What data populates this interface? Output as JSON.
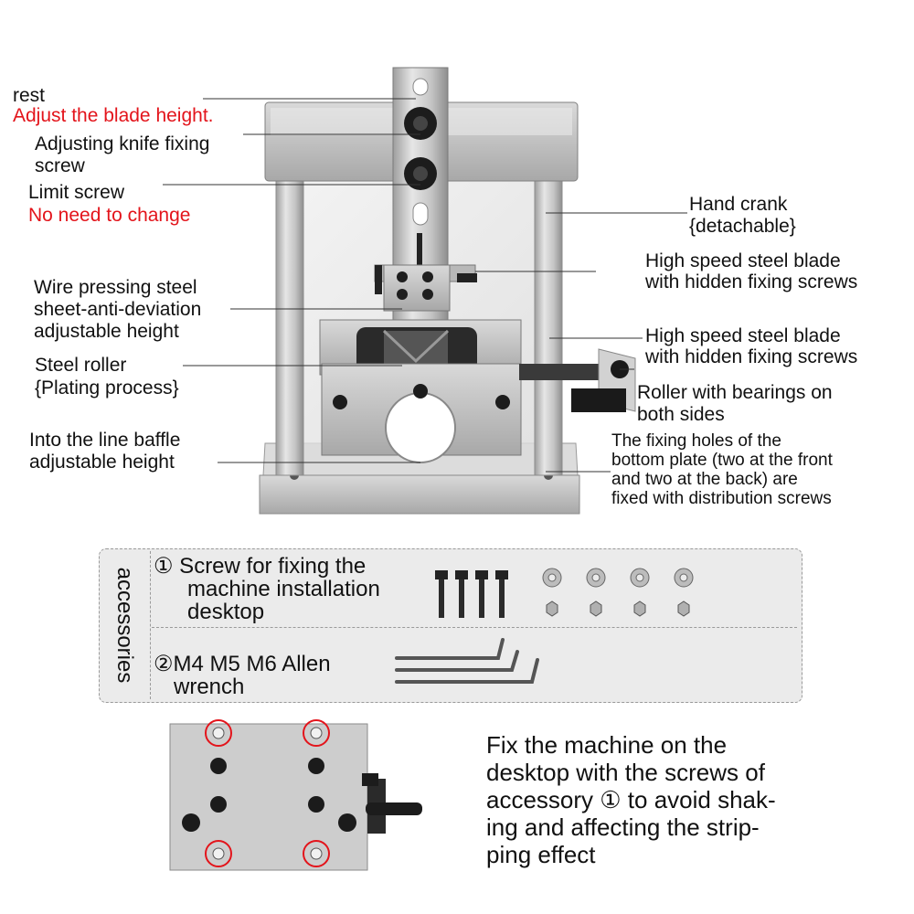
{
  "labels_left": {
    "rest": "rest",
    "adjust_blade": "Adjust the blade height.",
    "adjust_knife_1": "Adjusting knife fixing",
    "adjust_knife_2": "screw",
    "limit_screw": "Limit screw",
    "no_change": "No need to change",
    "wire_press_1": "Wire pressing steel",
    "wire_press_2": "sheet-anti-deviation",
    "wire_press_3": "adjustable height",
    "steel_roller_1": "Steel roller",
    "steel_roller_2": "{Plating process}",
    "baffle_1": "Into the line baffle",
    "baffle_2": "adjustable height"
  },
  "labels_right": {
    "crank_1": "Hand crank",
    "crank_2": "{detachable}",
    "blade_a_1": "High speed steel blade",
    "blade_a_2": "with hidden fixing screws",
    "blade_b_1": "High speed steel blade",
    "blade_b_2": "with hidden fixing screws",
    "roller_bear_1": "Roller with bearings on",
    "roller_bear_2": "both sides",
    "holes_1": "The fixing holes of the",
    "holes_2": "bottom plate (two at the front",
    "holes_3": "and two at the back) are",
    "holes_4": "fixed with distribution screws"
  },
  "accessories": {
    "title": "accessories",
    "item1_line1": "① Screw for fixing the",
    "item1_line2": "machine installation",
    "item1_line3": "desktop",
    "item2_line1": "②M4 M5 M6 Allen",
    "item2_line2": "wrench"
  },
  "instructions": {
    "line1": "Fix the machine on the",
    "line2": "desktop with the screws of",
    "line3": "accessory ① to avoid shak-",
    "line4": "ing and affecting the strip-",
    "line5": "ping effect"
  },
  "colors": {
    "highlight_red": "#e3141b",
    "metal": "#c9c9c9",
    "accessory_bg": "#ebebeb"
  }
}
